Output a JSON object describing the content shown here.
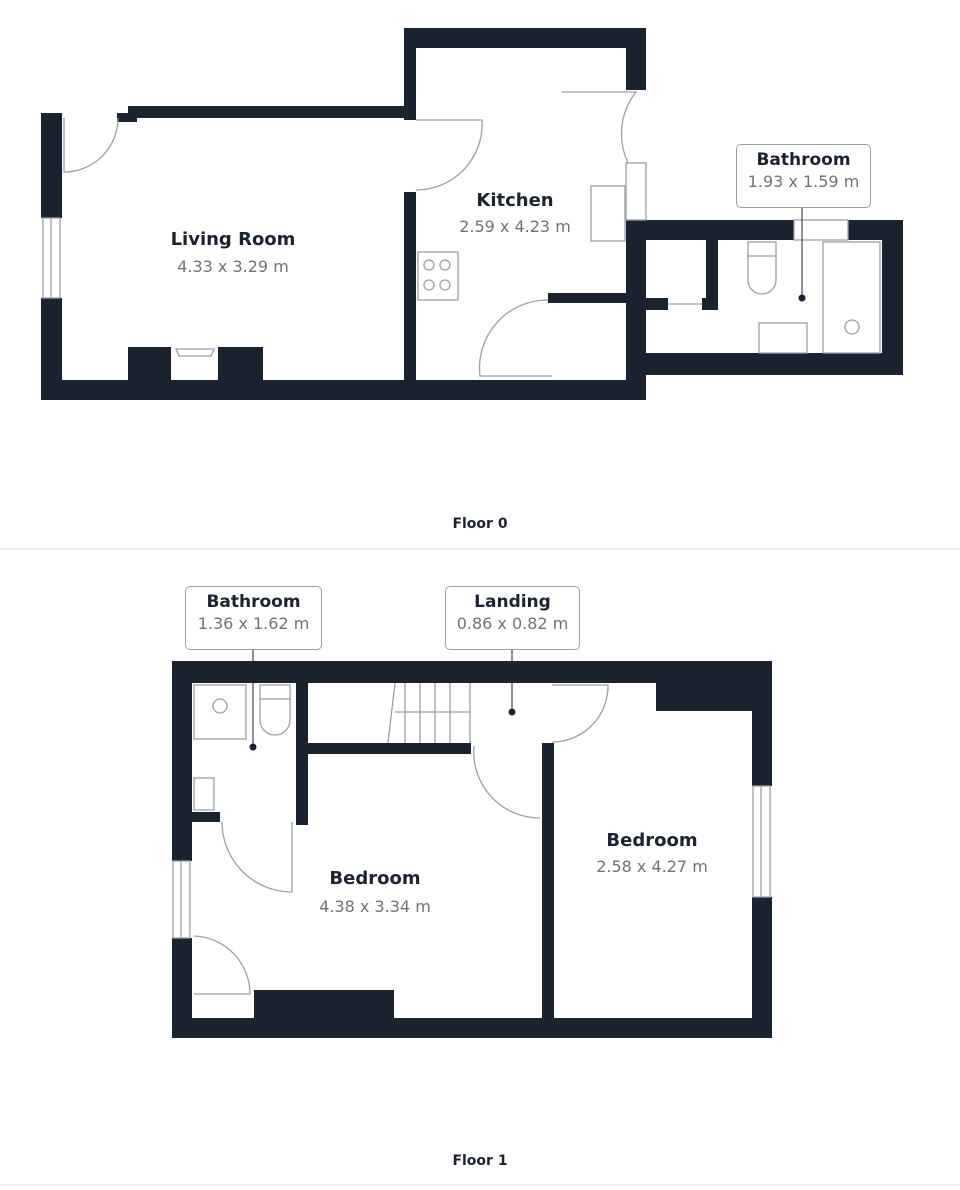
{
  "floors": [
    {
      "label": "Floor 0",
      "rooms": [
        {
          "name": "Living Room",
          "dimensions": "4.33 x 3.29 m"
        },
        {
          "name": "Kitchen",
          "dimensions": "2.59 x 4.23 m"
        },
        {
          "name": "Bathroom",
          "dimensions": "1.93 x 1.59 m",
          "callout": true
        }
      ]
    },
    {
      "label": "Floor 1",
      "rooms": [
        {
          "name": "Bathroom",
          "dimensions": "1.36 x 1.62 m",
          "callout": true
        },
        {
          "name": "Landing",
          "dimensions": "0.86 x 0.82 m",
          "callout": true
        },
        {
          "name": "Bedroom",
          "dimensions": "4.38 x 3.34 m"
        },
        {
          "name": "Bedroom",
          "dimensions": "2.58 x 4.27 m"
        }
      ]
    }
  ],
  "colors": {
    "wall": "#1b2230",
    "fixture": "#9aa0a6",
    "label": "#1b2230",
    "dimension": "#6e737a"
  }
}
